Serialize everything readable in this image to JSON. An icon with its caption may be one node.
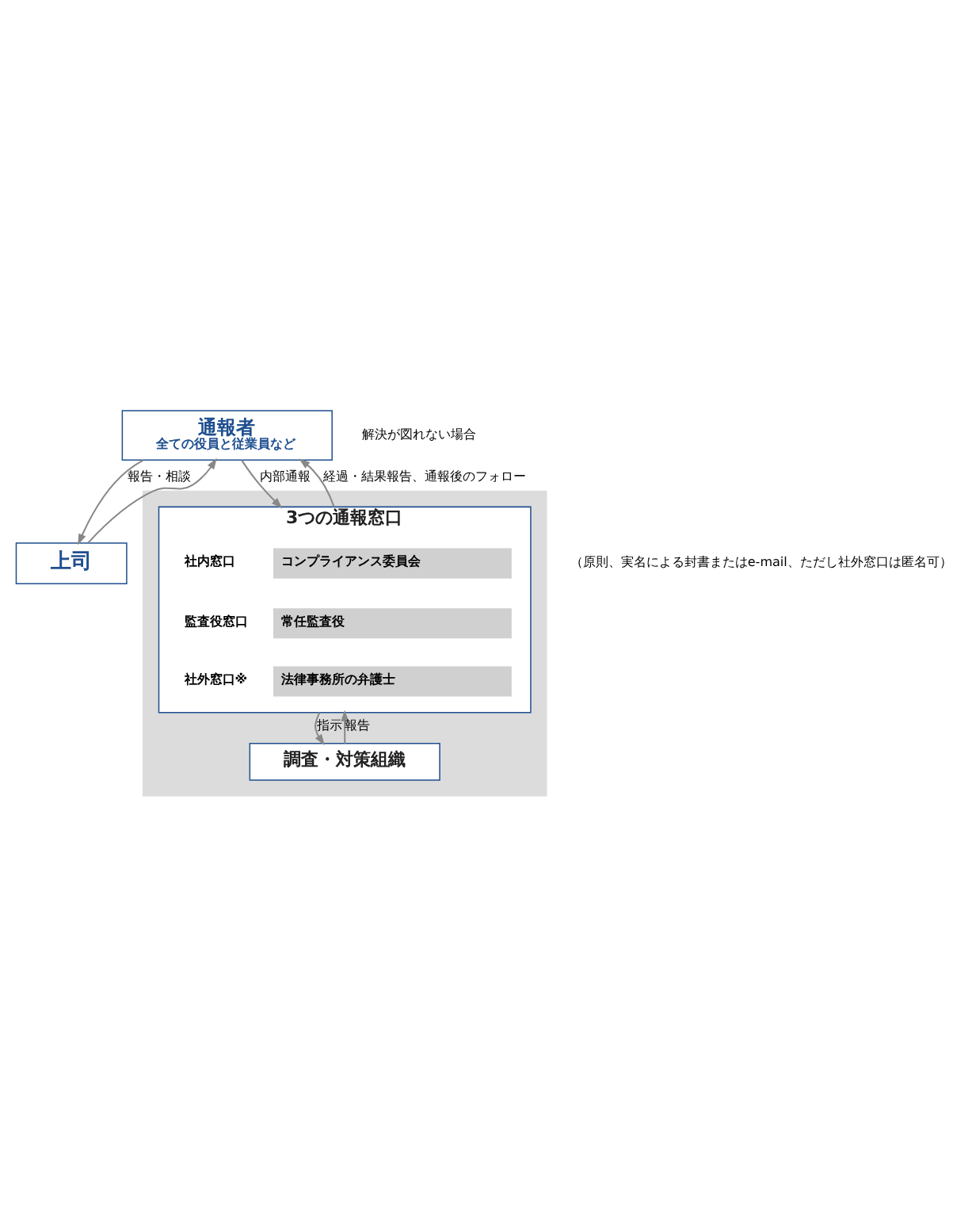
{
  "diagram": {
    "nodes": [
      {
        "text": [
          "通報者",
          "全ての役員と従業員など"
        ]
      },
      {
        "text": [
          "上司"
        ]
      },
      {
        "text": [],
        "shape": "box"
      },
      {
        "text": [
          "3つの通報窓口"
        ],
        "in": 2
      },
      {
        "text": [
          "コンプライアンス委員会"
        ],
        "beside": [
          "社内窓口"
        ],
        "in": 3
      },
      {
        "text": [
          "常任監査役"
        ],
        "beside": [
          "監査役窓口"
        ],
        "in": 3
      },
      {
        "text": [
          "法律事務所の弁護士"
        ],
        "beside": [
          "社外窓口※"
        ],
        "in": 3
      },
      {
        "text": [
          "調査・対策組織"
        ],
        "in": 2
      }
    ],
    "edges": [
      {
        "from": 0,
        "to": 1,
        "arrow": "to",
        "label": "報告・相談"
      },
      {
        "from": 1,
        "to": 0,
        "arrow": "to"
      },
      {
        "from": 0,
        "to": 3,
        "arrow": "to",
        "label": "内部通報"
      },
      {
        "from": 3,
        "to": 0,
        "arrow": "to",
        "label": "経過・結果報告、通報後のフォロー"
      },
      {
        "from": 3,
        "to": 7,
        "arrow": "to",
        "label": "指示"
      },
      {
        "from": 7,
        "to": 3,
        "arrow": "to",
        "label": "報告"
      }
    ],
    "labels": [
      "解決が図れない場合",
      "（原則、実名による封書またはe-mail、ただし社外窓口は匿名可）"
    ]
  }
}
